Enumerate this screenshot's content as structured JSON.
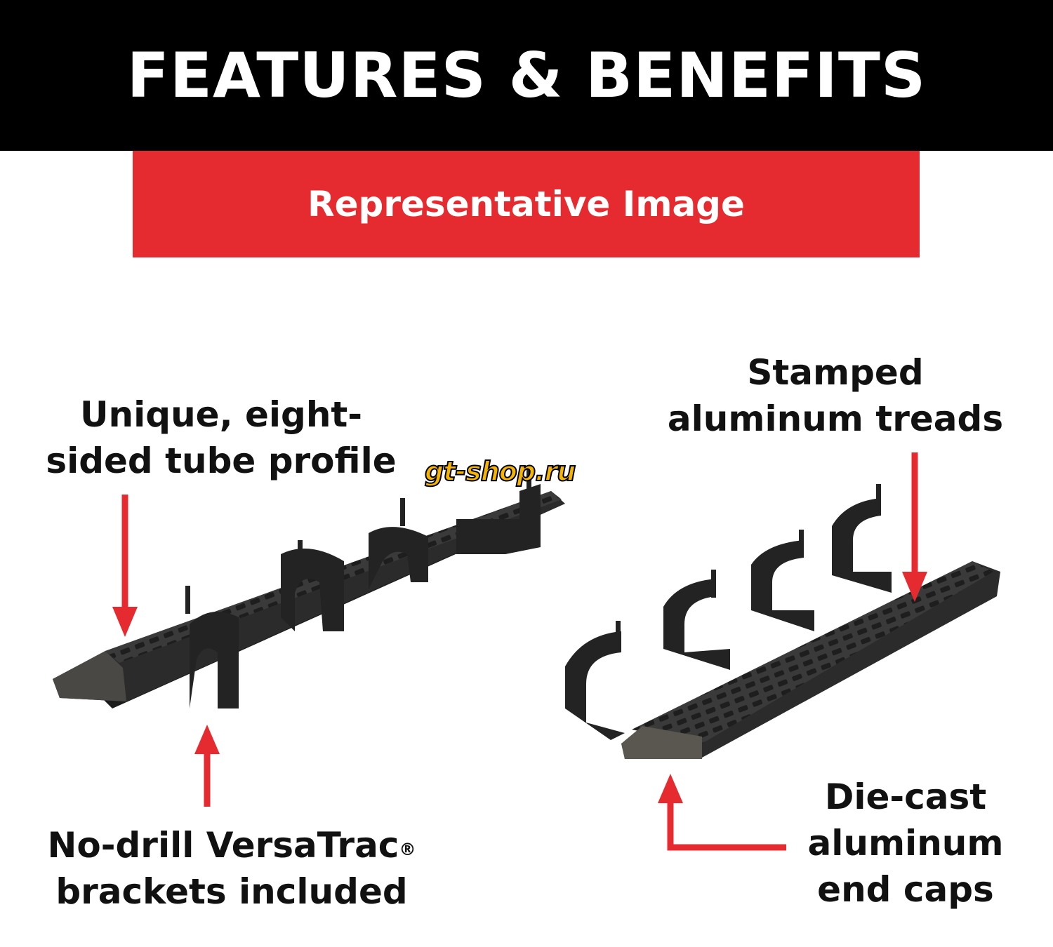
{
  "header": {
    "title": "FEATURES & BENEFITS"
  },
  "banner": {
    "text": "Representative Image"
  },
  "callouts": {
    "tube_profile": [
      "Unique, eight-",
      "sided tube profile"
    ],
    "brackets": [
      "No-drill VersaTrac",
      "brackets included"
    ],
    "brackets_mark": "®",
    "treads": [
      "Stamped",
      "aluminum treads"
    ],
    "end_caps": [
      "Die-cast",
      "aluminum",
      "end caps"
    ]
  },
  "watermark": "gt-shop.ru",
  "colors": {
    "accent": "#e52b30",
    "header": "#000000"
  }
}
